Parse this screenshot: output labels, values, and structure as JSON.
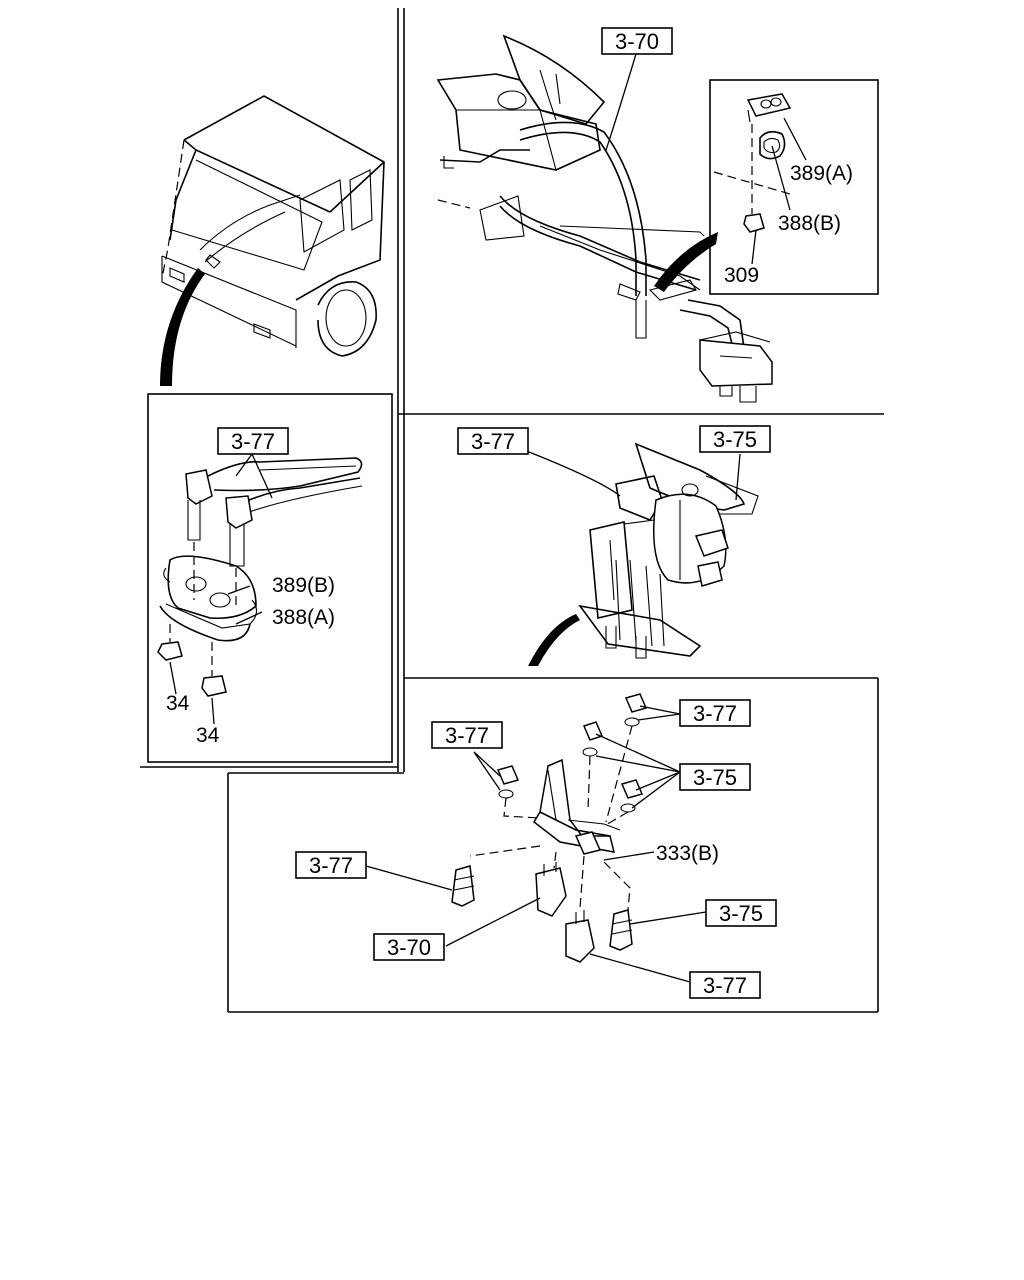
{
  "refs": {
    "r370_top": "3-70",
    "r377_left": "3-77",
    "r377_mid": "3-77",
    "r375_mid": "3-75",
    "r377_bot_tr": "3-77",
    "r377_bot_tl": "3-77",
    "r375_bot_r1": "3-75",
    "r377_bot_l": "3-77",
    "r375_bot_r2": "3-75",
    "r370_bot": "3-70",
    "r377_bot_br": "3-77"
  },
  "parts": {
    "p389a": "389(A)",
    "p388b": "388(B)",
    "p309": "309",
    "p389b": "389(B)",
    "p388a": "388(A)",
    "p34a": "34",
    "p34b": "34",
    "p333b": "333(B)"
  }
}
